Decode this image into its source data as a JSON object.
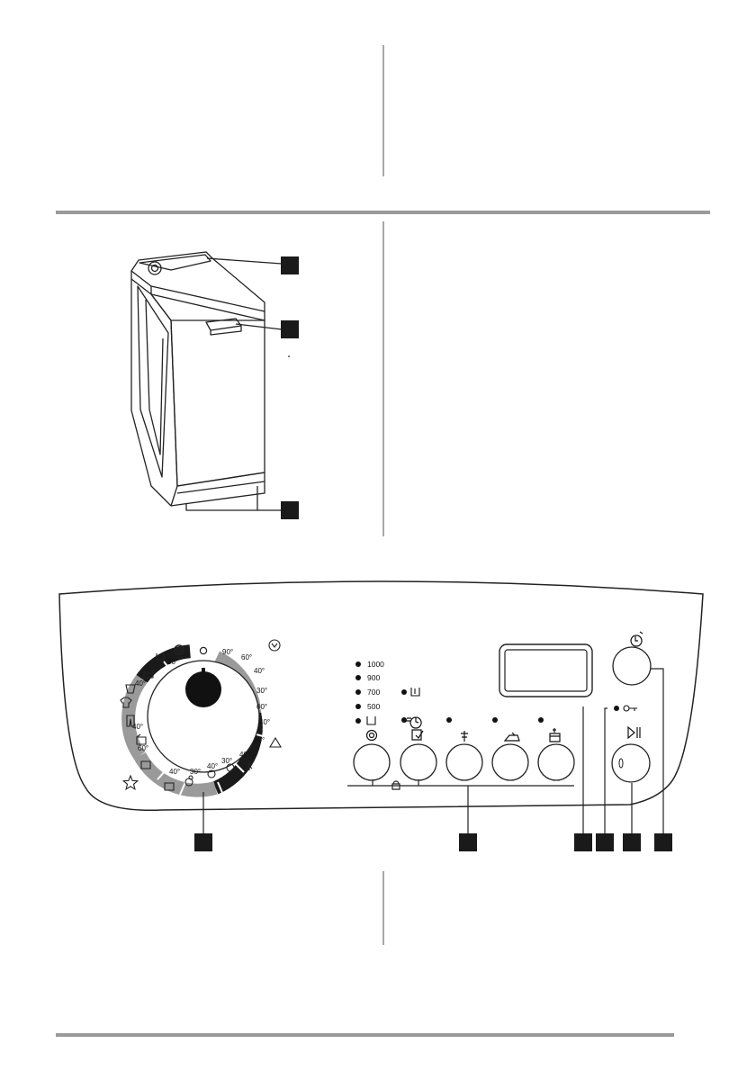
{
  "dial": {
    "temps_right": [
      "90°",
      "60°",
      "40°",
      "30°",
      "60°",
      "40°",
      "30°",
      "40°",
      "30°"
    ],
    "temps_left": [
      "30°",
      "40°",
      "40°",
      "60°"
    ],
    "temps_bottom": [
      "40°",
      "30°",
      "40°",
      "30°"
    ]
  },
  "spin": {
    "speeds": [
      "1000",
      "900",
      "700",
      "500"
    ]
  },
  "icons": {
    "spin_button": "spin-icon",
    "time_saving_button": "time-saving-icon",
    "stain_button": "stain-icon",
    "easy_iron_button": "easy-iron-icon",
    "extra_rinse_button": "extra-rinse-icon",
    "delay_button": "delay-start-icon",
    "start_pause_button": "start-pause-icon",
    "door_lock_light": "key-icon",
    "child_lock": "lock-icon"
  },
  "colors": {
    "rule": "#9a9a9a",
    "line": "#222222",
    "ring_dark": "#1a1a1a",
    "ring_gray": "#9a9a9a",
    "callout": "#1a1a1a"
  }
}
